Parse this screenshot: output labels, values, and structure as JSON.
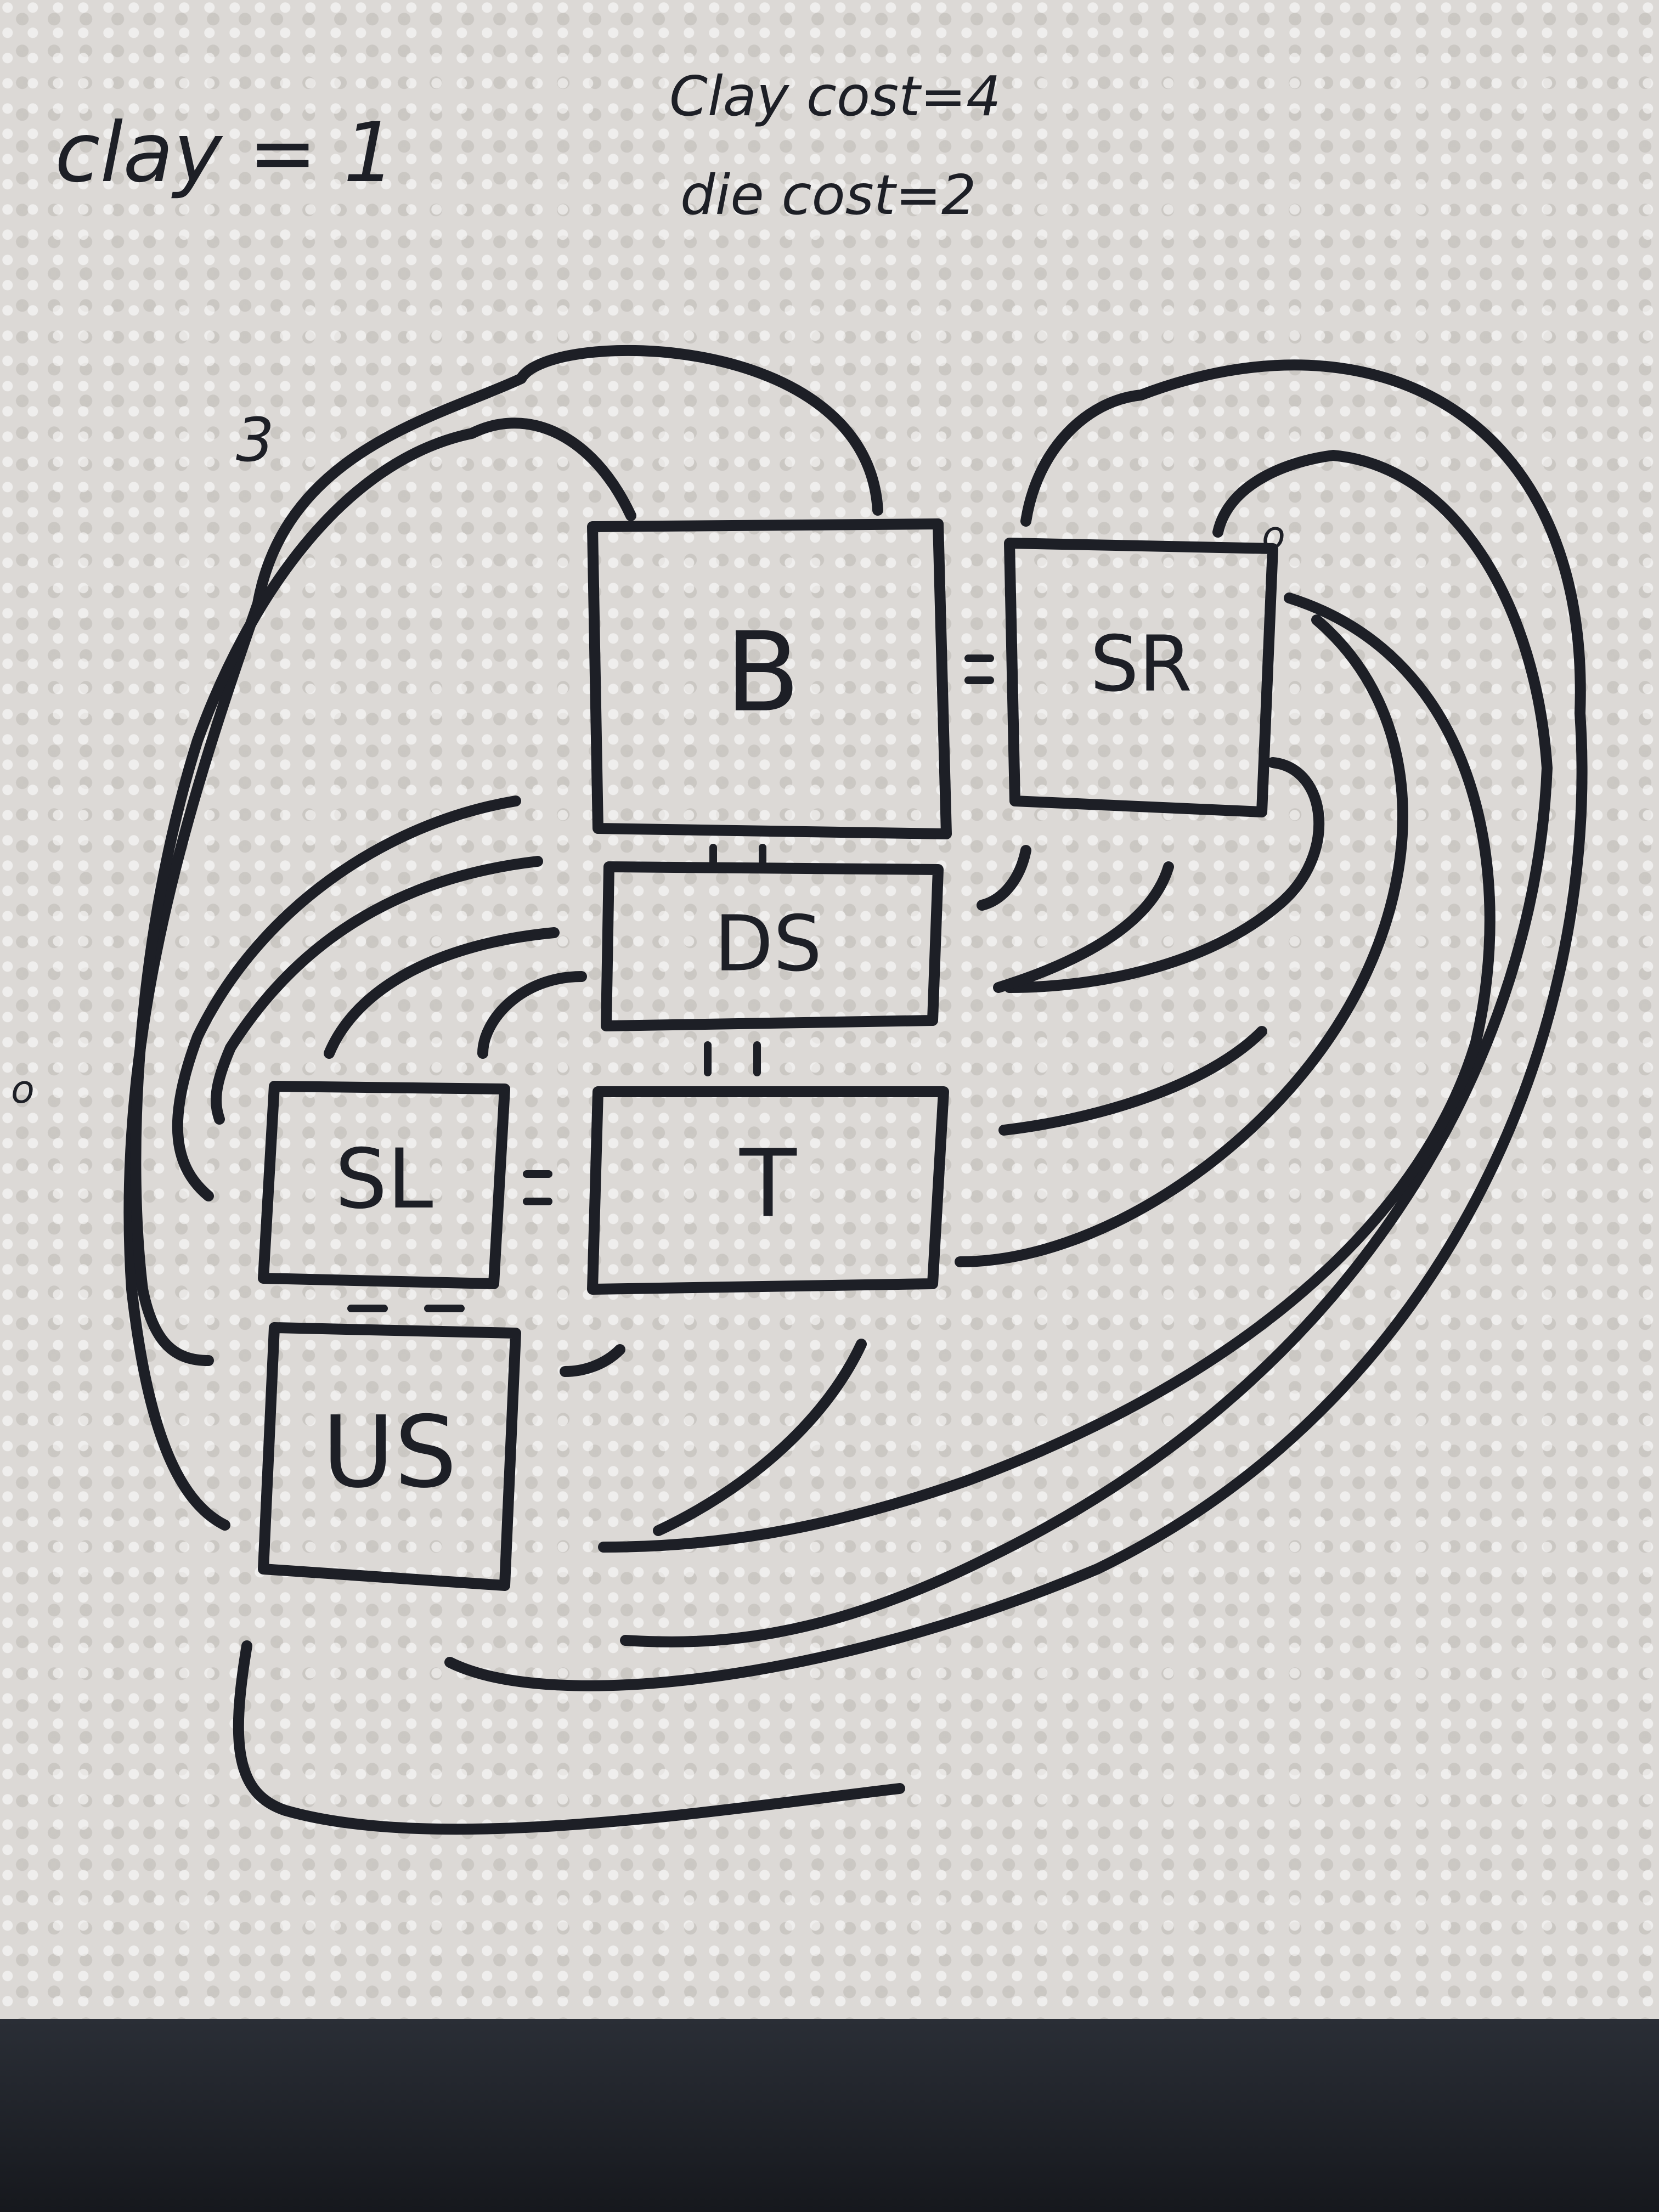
{
  "notes": {
    "clay": "clay = 1",
    "clay_cost": "Clay cost=4",
    "die_cost": "die cost=2",
    "marker_3": "3",
    "marker_o_top": "o",
    "marker_o_left": "o"
  },
  "boxes": [
    {
      "id": "B",
      "label": "B"
    },
    {
      "id": "SR",
      "label": "SR"
    },
    {
      "id": "DS",
      "label": "DS"
    },
    {
      "id": "T",
      "label": "T"
    },
    {
      "id": "SL",
      "label": "SL"
    },
    {
      "id": "US",
      "label": "US"
    }
  ],
  "colors": {
    "board": "#dcd9d6",
    "ink": "#1d1f26",
    "floor": "#1a1d24"
  }
}
